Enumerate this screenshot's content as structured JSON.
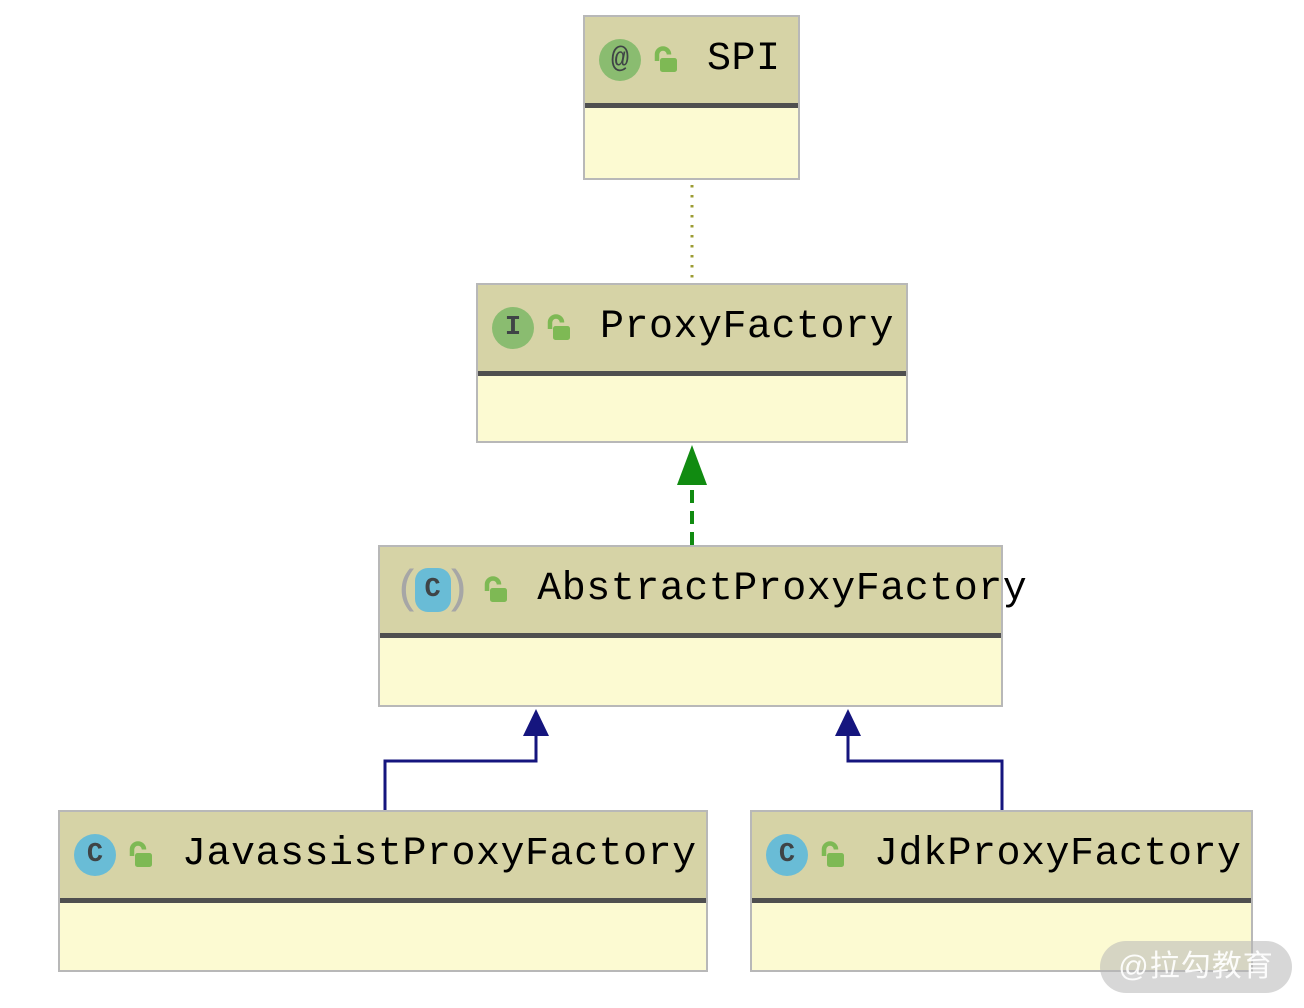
{
  "diagram_type": "uml-class-hierarchy",
  "nodes": [
    {
      "label": "SPI",
      "kind": "annotation",
      "glyph": "@",
      "icon": "annotation-icon",
      "lock": "unlocked-icon"
    },
    {
      "label": "ProxyFactory",
      "kind": "interface",
      "glyph": "I",
      "icon": "interface-icon",
      "lock": "unlocked-icon"
    },
    {
      "label": "AbstractProxyFactory",
      "kind": "abstract-class",
      "glyph": "C",
      "paren_open": "(",
      "paren_close": ")",
      "icon": "abstract-class-icon",
      "lock": "unlocked-icon"
    },
    {
      "label": "JavassistProxyFactory",
      "kind": "class",
      "glyph": "C",
      "icon": "class-icon",
      "lock": "unlocked-icon"
    },
    {
      "label": "JdkProxyFactory",
      "kind": "class",
      "glyph": "C",
      "icon": "class-icon",
      "lock": "unlocked-icon"
    }
  ],
  "edges": [
    {
      "from": "ProxyFactory",
      "to": "SPI",
      "type": "annotation-dependency",
      "style": "dotted",
      "color": "#9c9c33"
    },
    {
      "from": "AbstractProxyFactory",
      "to": "ProxyFactory",
      "type": "realization",
      "style": "dashed",
      "color": "#118b11"
    },
    {
      "from": "JavassistProxyFactory",
      "to": "AbstractProxyFactory",
      "type": "inheritance",
      "style": "solid",
      "color": "#15157e"
    },
    {
      "from": "JdkProxyFactory",
      "to": "AbstractProxyFactory",
      "type": "inheritance",
      "style": "solid",
      "color": "#15157e"
    }
  ],
  "colors": {
    "node_header": "#d6d3a6",
    "node_body": "#fcfad2",
    "node_border": "#b8b8b8",
    "node_separator": "#4f4f4f",
    "annotation_icon_green": "#8abc70",
    "class_icon_teal": "#69bcd6",
    "lock_green": "#7eb954",
    "realization_green": "#118b11",
    "inheritance_navy": "#15157e",
    "annotation_dotted_olive": "#9c9c33"
  },
  "watermark": {
    "text": "@拉勾教育"
  }
}
